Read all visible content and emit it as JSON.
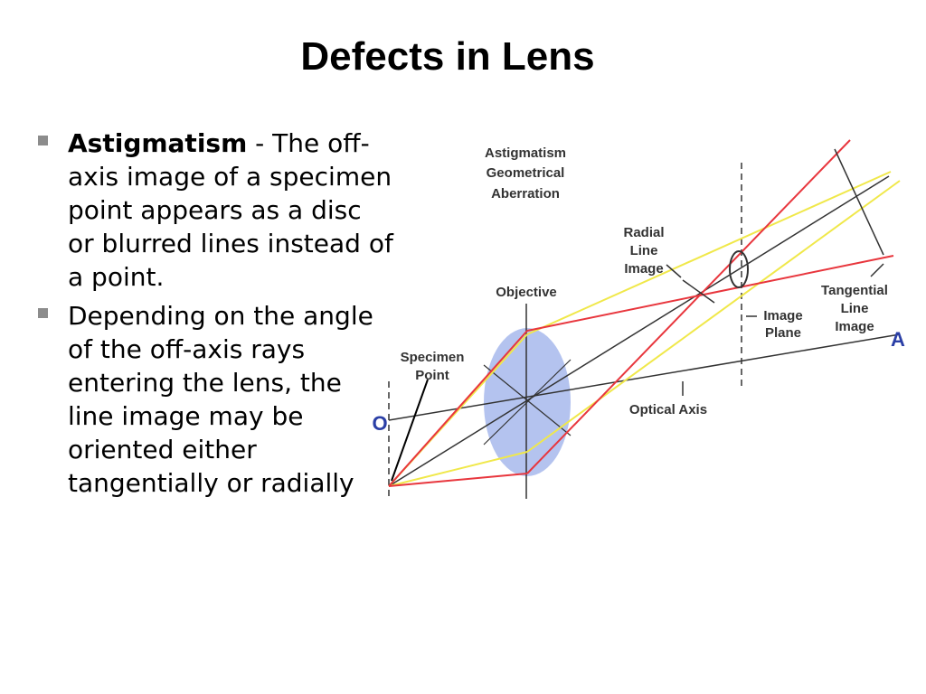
{
  "slide": {
    "title": "Defects in Lens",
    "bullets": [
      {
        "term": "Astigmatism",
        "text": " - The off-axis image of a specimen point appears as a disc or blurred lines instead of a point."
      },
      {
        "term": "",
        "text": "Depending on the angle of the off-axis rays entering the lens, the line image may be oriented either tangentially or radially"
      }
    ]
  },
  "diagram": {
    "heading": [
      "Astigmatism",
      "Geometrical",
      "Aberration"
    ],
    "labels": {
      "objective": "Objective",
      "specimen_point": [
        "Specimen",
        "Point"
      ],
      "radial_line_image": [
        "Radial",
        "Line",
        "Image"
      ],
      "image_plane": [
        "Image",
        "Plane"
      ],
      "tangential_line_image": [
        "Tangential",
        "Line",
        "Image"
      ],
      "optical_axis": "Optical Axis"
    },
    "points": {
      "origin": "O",
      "end": "A"
    },
    "colors": {
      "red_rays": "#e8363d",
      "yellow_rays": "#f0e84a",
      "axis_lines": "#333333",
      "lens_fill": "#a7b8ec",
      "point_label": "#2b3fa6"
    }
  }
}
